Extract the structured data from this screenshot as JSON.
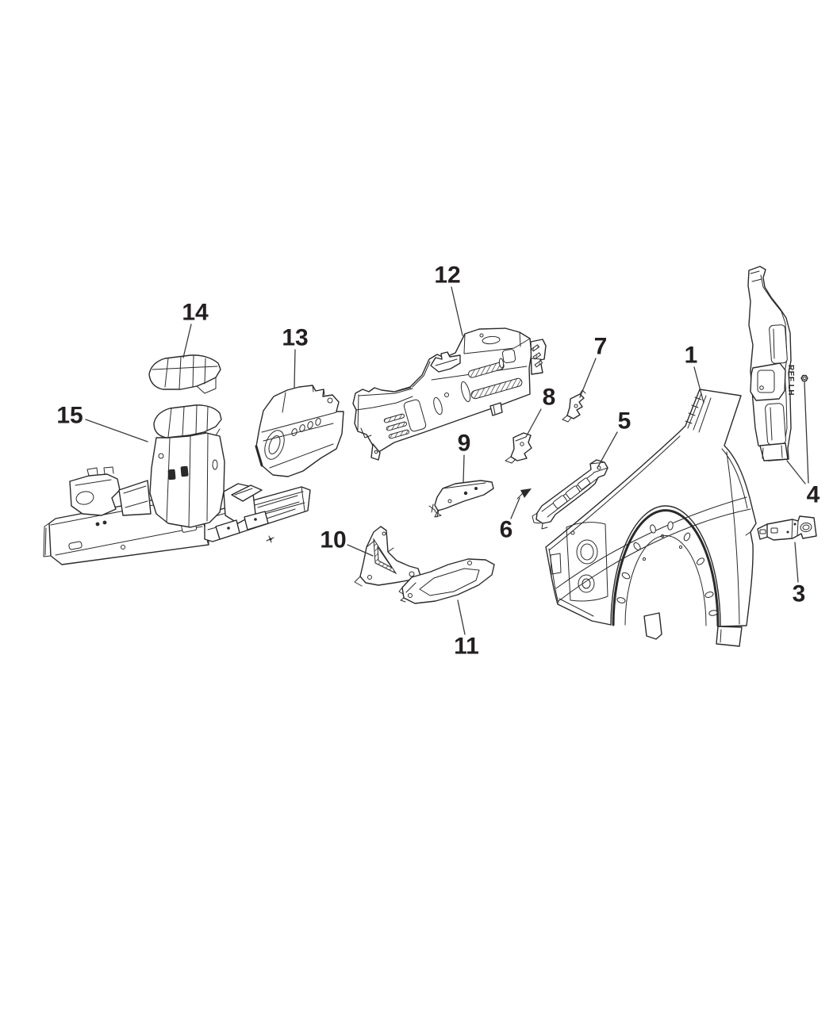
{
  "figure": {
    "type": "exploded-parts-diagram",
    "background_color": "#ffffff",
    "line_color": "#2a2a2a",
    "label_color": "#231f20",
    "part_marking": "REF LH",
    "callouts": [
      {
        "id": "1",
        "label": "1"
      },
      {
        "id": "3",
        "label": "3"
      },
      {
        "id": "4",
        "label": "4"
      },
      {
        "id": "5",
        "label": "5"
      },
      {
        "id": "6",
        "label": "6"
      },
      {
        "id": "7",
        "label": "7"
      },
      {
        "id": "8",
        "label": "8"
      },
      {
        "id": "9",
        "label": "9"
      },
      {
        "id": "10",
        "label": "10"
      },
      {
        "id": "11",
        "label": "11"
      },
      {
        "id": "12",
        "label": "12"
      },
      {
        "id": "13",
        "label": "13"
      },
      {
        "id": "14",
        "label": "14"
      },
      {
        "id": "15",
        "label": "15"
      }
    ]
  }
}
